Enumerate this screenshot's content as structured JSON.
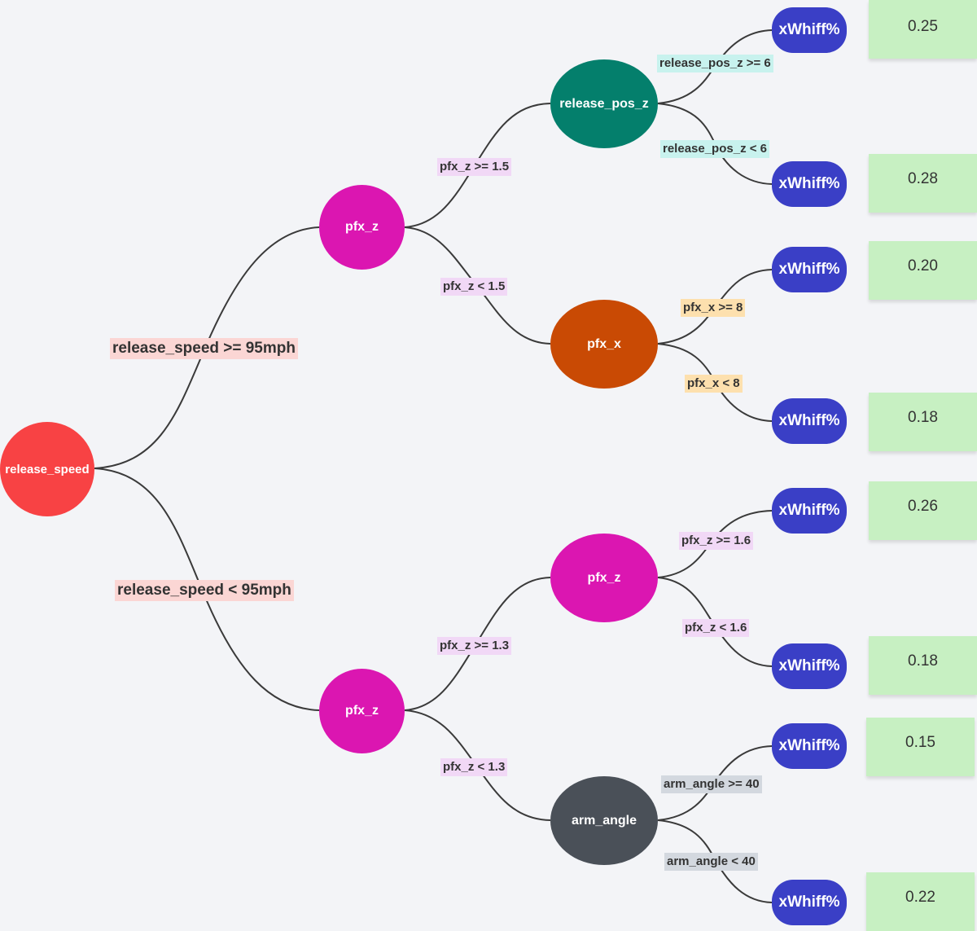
{
  "colors": {
    "root": "#f84244",
    "pfx_z": "#db16b1",
    "release_pos_z": "#047f6c",
    "pfx_x": "#c94a04",
    "arm_angle": "#4a5058",
    "leaf": "#3a3fc6",
    "sticky": "#c7f0c2",
    "label_speed": "#fbd6d4",
    "label_pfx_z": "#f1d8f6",
    "label_release_pos_z": "#c8f2ee",
    "label_pfx_x": "#fde0ae",
    "label_arm_angle": "#d3d8df"
  },
  "nodes": {
    "root": "release_speed",
    "pfx_z_upper": "pfx_z",
    "pfx_z_lower": "pfx_z",
    "release_pos_z": "release_pos_z",
    "pfx_x": "pfx_x",
    "pfx_z_lower_right": "pfx_z",
    "arm_angle": "arm_angle"
  },
  "edge_labels": {
    "speed_ge": "release_speed >= 95mph",
    "speed_lt": "release_speed < 95mph",
    "pfx_z_ge_15": "pfx_z >= 1.5",
    "pfx_z_lt_15": "pfx_z < 1.5",
    "pfx_z_ge_13": "pfx_z >= 1.3",
    "pfx_z_lt_13": "pfx_z < 1.3",
    "release_pos_z_ge_6": "release_pos_z >= 6",
    "release_pos_z_lt_6": "release_pos_z < 6",
    "pfx_x_ge_8": "pfx_x >= 8",
    "pfx_x_lt_8": "pfx_x < 8",
    "pfx_z_ge_16": "pfx_z >= 1.6",
    "pfx_z_lt_16": "pfx_z < 1.6",
    "arm_angle_ge_40": "arm_angle >= 40",
    "arm_angle_lt_40": "arm_angle < 40"
  },
  "leaf_label": "xWhiff%",
  "leaf_values": [
    "0.25",
    "0.28",
    "0.20",
    "0.18",
    "0.26",
    "0.18",
    "0.15",
    "0.22"
  ]
}
